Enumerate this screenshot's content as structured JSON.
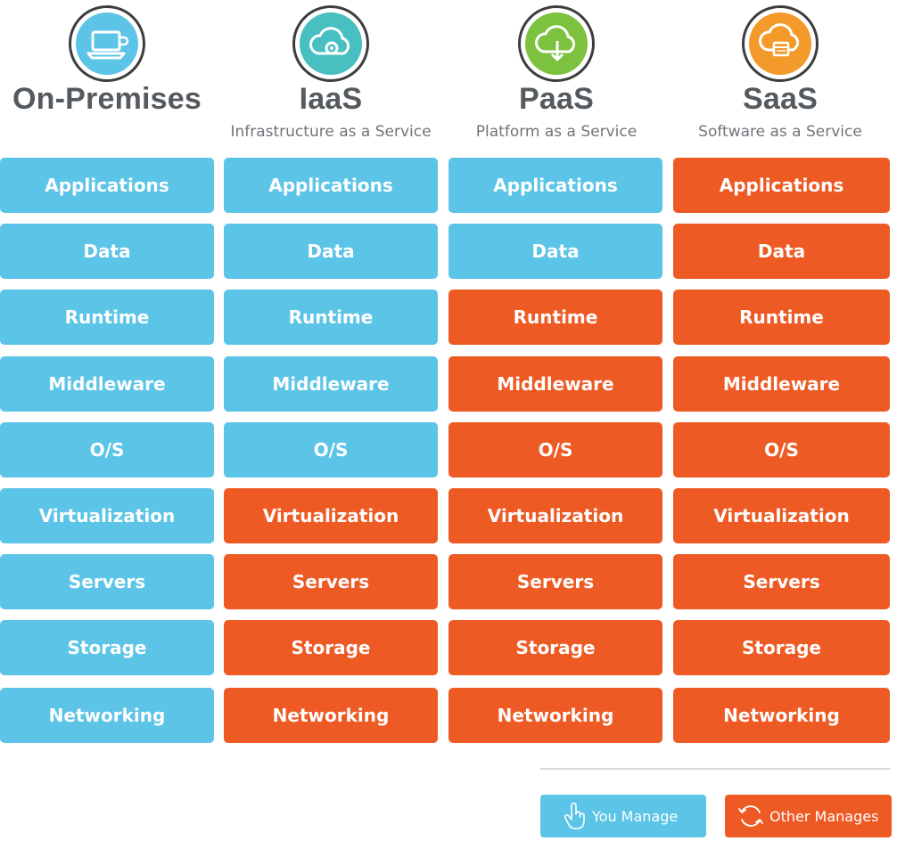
{
  "colors": {
    "you_manage": "#5bc4e7",
    "other_manages": "#ee5a24",
    "title_text": "#555a5e",
    "subtitle_text": "#707479"
  },
  "columns": [
    {
      "title": "On-Premises",
      "subtitle": "",
      "icon": "laptop-icon",
      "icon_color": "#5bc4e7",
      "rows": [
        {
          "label": "Applications",
          "managed_by": "you"
        },
        {
          "label": "Data",
          "managed_by": "you"
        },
        {
          "label": "Runtime",
          "managed_by": "you"
        },
        {
          "label": "Middleware",
          "managed_by": "you"
        },
        {
          "label": "O/S",
          "managed_by": "you"
        },
        {
          "label": "Virtualization",
          "managed_by": "you"
        },
        {
          "label": "Servers",
          "managed_by": "you"
        },
        {
          "label": "Storage",
          "managed_by": "you"
        },
        {
          "label": "Networking",
          "managed_by": "you"
        }
      ]
    },
    {
      "title": "IaaS",
      "subtitle": "Infrastructure as a Service",
      "icon": "cloud-gear-icon",
      "icon_color": "#48bfc1",
      "rows": [
        {
          "label": "Applications",
          "managed_by": "you"
        },
        {
          "label": "Data",
          "managed_by": "you"
        },
        {
          "label": "Runtime",
          "managed_by": "you"
        },
        {
          "label": "Middleware",
          "managed_by": "you"
        },
        {
          "label": "O/S",
          "managed_by": "you"
        },
        {
          "label": "Virtualization",
          "managed_by": "other"
        },
        {
          "label": "Servers",
          "managed_by": "other"
        },
        {
          "label": "Storage",
          "managed_by": "other"
        },
        {
          "label": "Networking",
          "managed_by": "other"
        }
      ]
    },
    {
      "title": "PaaS",
      "subtitle": "Platform as a Service",
      "icon": "cloud-download-icon",
      "icon_color": "#7cc23f",
      "rows": [
        {
          "label": "Applications",
          "managed_by": "you"
        },
        {
          "label": "Data",
          "managed_by": "you"
        },
        {
          "label": "Runtime",
          "managed_by": "other"
        },
        {
          "label": "Middleware",
          "managed_by": "other"
        },
        {
          "label": "O/S",
          "managed_by": "other"
        },
        {
          "label": "Virtualization",
          "managed_by": "other"
        },
        {
          "label": "Servers",
          "managed_by": "other"
        },
        {
          "label": "Storage",
          "managed_by": "other"
        },
        {
          "label": "Networking",
          "managed_by": "other"
        }
      ]
    },
    {
      "title": "SaaS",
      "subtitle": "Software as a Service",
      "icon": "cloud-window-icon",
      "icon_color": "#f39a2b",
      "rows": [
        {
          "label": "Applications",
          "managed_by": "other"
        },
        {
          "label": "Data",
          "managed_by": "other"
        },
        {
          "label": "Runtime",
          "managed_by": "other"
        },
        {
          "label": "Middleware",
          "managed_by": "other"
        },
        {
          "label": "O/S",
          "managed_by": "other"
        },
        {
          "label": "Virtualization",
          "managed_by": "other"
        },
        {
          "label": "Servers",
          "managed_by": "other"
        },
        {
          "label": "Storage",
          "managed_by": "other"
        },
        {
          "label": "Networking",
          "managed_by": "other"
        }
      ]
    }
  ],
  "legend": {
    "you_manage": {
      "label": "You Manage",
      "icon": "hand-pointer-icon"
    },
    "other_manages": {
      "label": "Other Manages",
      "icon": "refresh-icon"
    }
  }
}
